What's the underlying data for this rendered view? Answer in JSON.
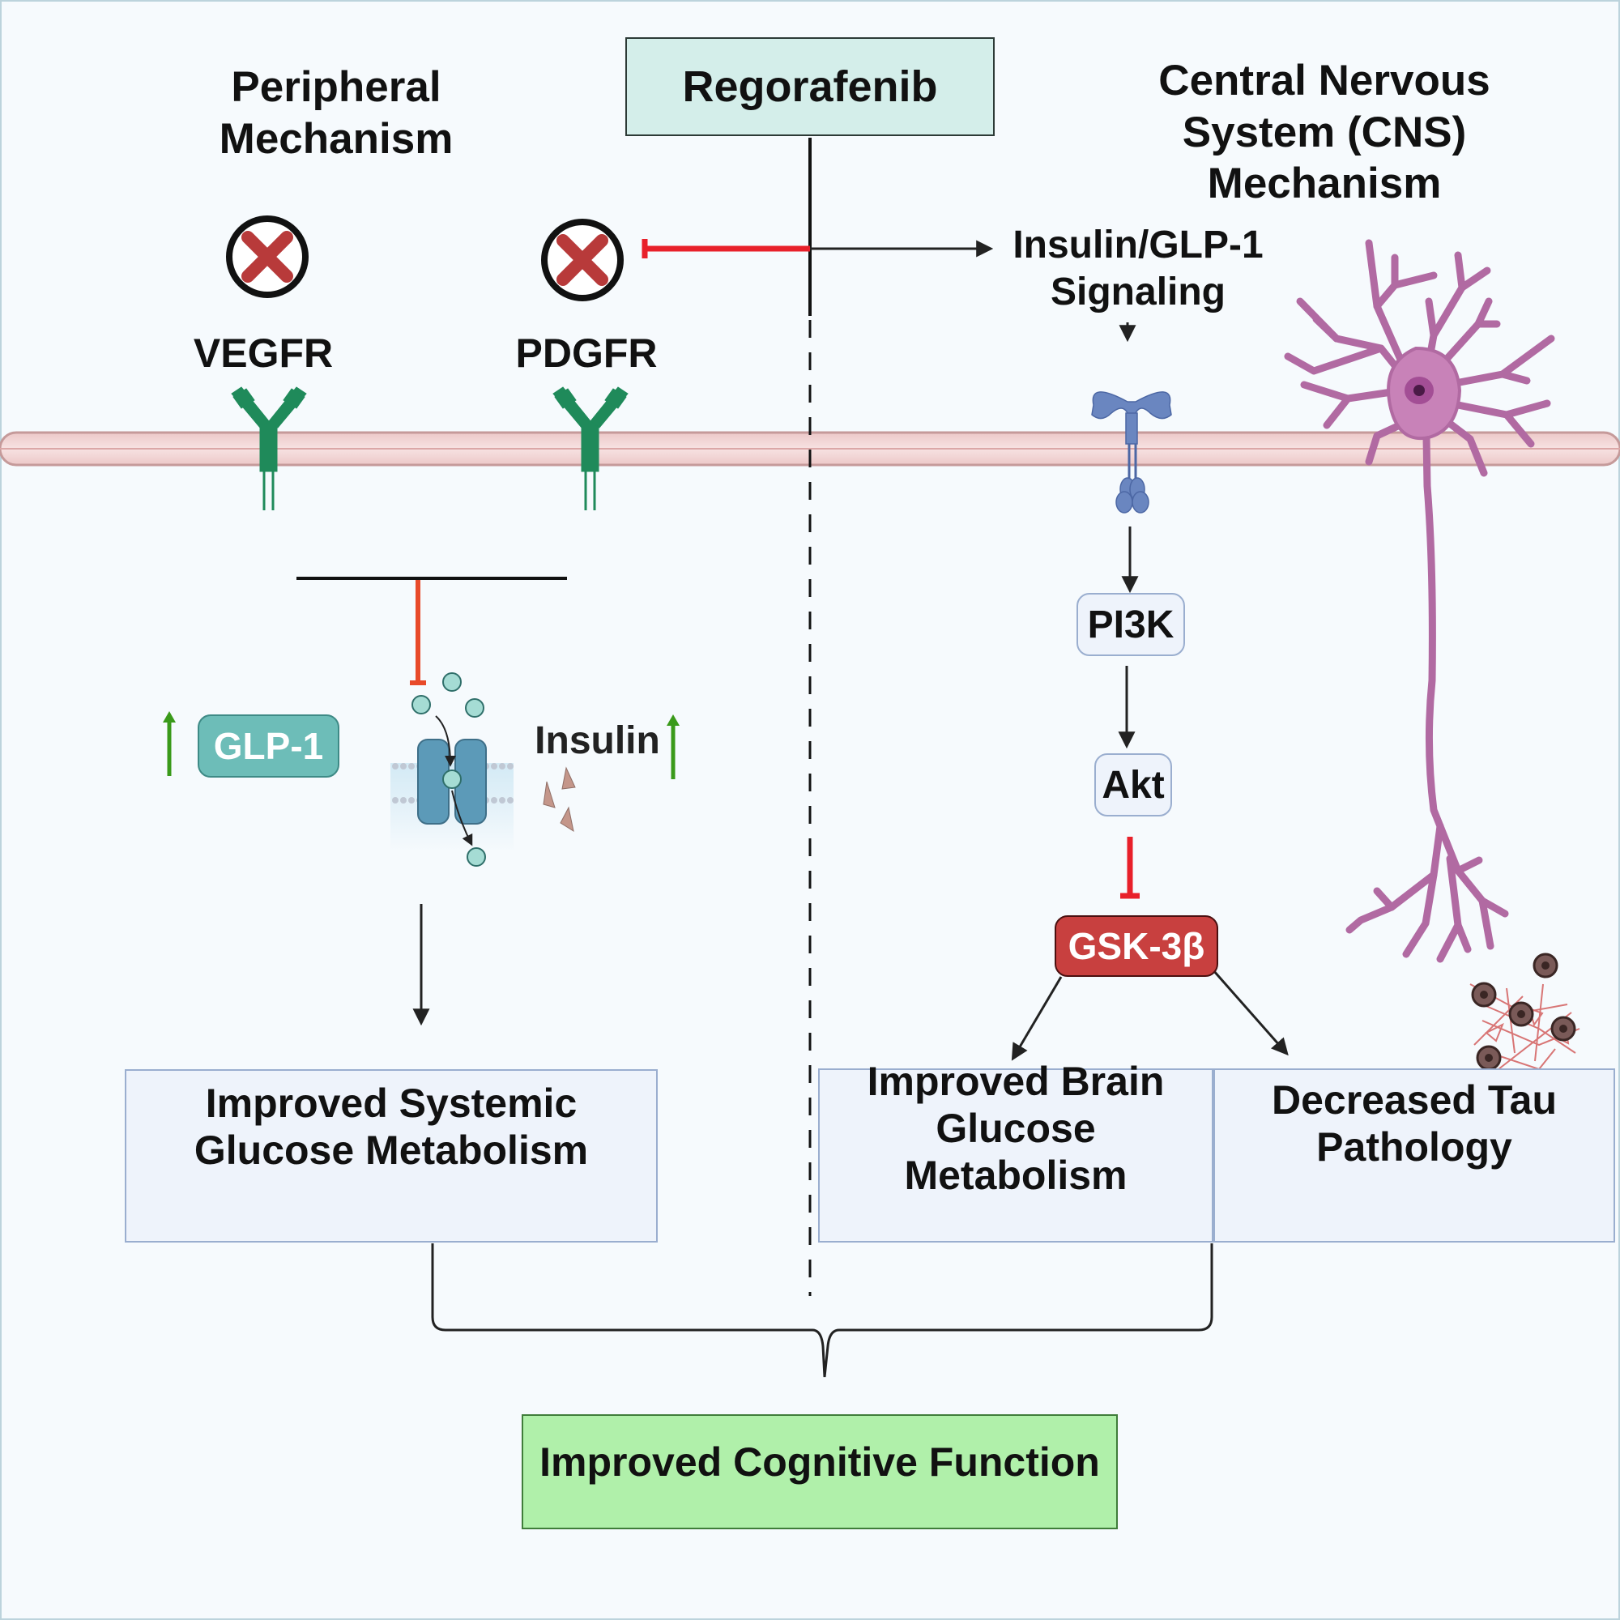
{
  "drug": {
    "label": "Regorafenib"
  },
  "peripheral": {
    "title": "Peripheral Mechanism",
    "receptor_vegfr": "VEGFR",
    "receptor_pdgfr": "PDGFR",
    "glp1": "GLP-1",
    "insulin": "Insulin",
    "outcome": "Improved Systemic Glucose Metabolism"
  },
  "cns": {
    "title": "Central Nervous System (CNS) Mechanism",
    "signaling": "Insulin/GLP-1 Signaling",
    "pi3k": "PI3K",
    "akt": "Akt",
    "gsk": "GSK-3β",
    "outcome_brain": "Improved Brain Glucose Metabolism",
    "outcome_tau": "Decreased Tau Pathology"
  },
  "final": {
    "label": "Improved Cognitive Function"
  },
  "colors": {
    "inhibit_red": "#e8202a",
    "receptor_green": "#1f8a5a",
    "up_arrow_green": "#3a9a1a",
    "glp1_teal": "#6dbdb8",
    "gsk_red": "#c8403f",
    "neuron_pink": "#c882b8",
    "final_green": "#b0f0aa"
  },
  "icons": [
    "x-circle-icon",
    "antibody-receptor-icon",
    "insulin-receptor-icon",
    "transport-channel-icon",
    "neuron-icon",
    "tau-tangle-icon",
    "up-arrow-icon"
  ]
}
